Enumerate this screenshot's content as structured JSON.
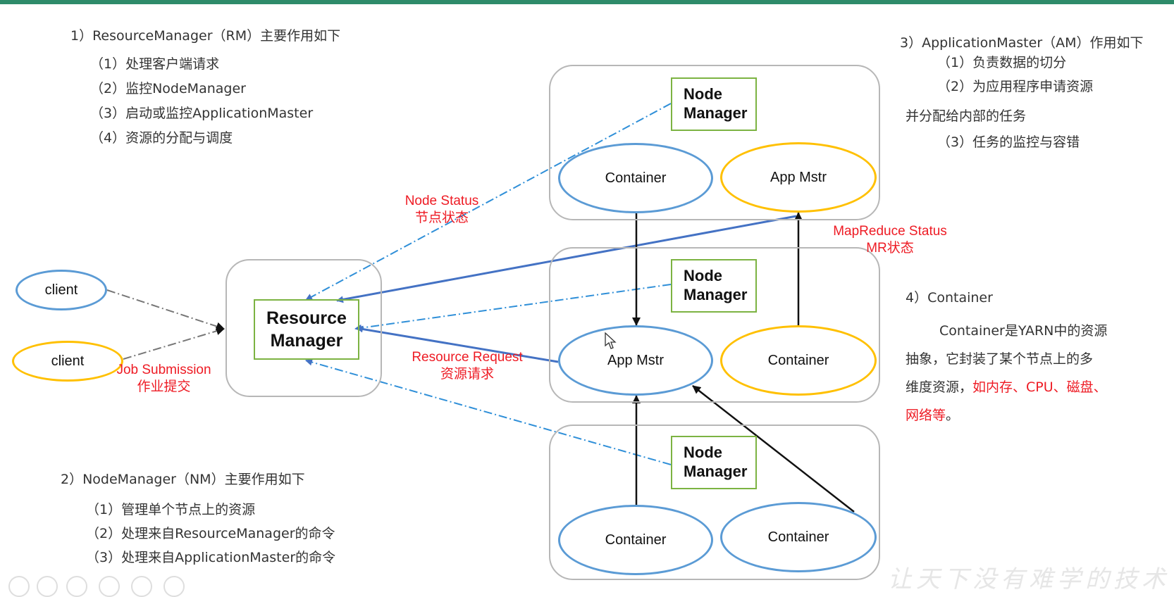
{
  "rm_section": {
    "title": "1）ResourceManager（RM）主要作用如下",
    "items": [
      "（1）处理客户端请求",
      "（2）监控NodeManager",
      "（3）启动或监控ApplicationMaster",
      "（4）资源的分配与调度"
    ]
  },
  "nm_section": {
    "title": "2）NodeManager（NM）主要作用如下",
    "items": [
      "（1）管理单个节点上的资源",
      "（2）处理来自ResourceManager的命令",
      "（3）处理来自ApplicationMaster的命令"
    ]
  },
  "am_section": {
    "title": "3）ApplicationMaster（AM）作用如下",
    "item1": "（1）负责数据的切分",
    "item2": "（2）为应用程序申请资源",
    "item2_cont": "并分配给内部的任务",
    "item3": "（3）任务的监控与容错"
  },
  "container_section": {
    "title": "4）Container",
    "line1": "Container是YARN中的资源",
    "line2": "抽象，它封装了某个节点上的多",
    "line3_black": "维度资源，",
    "line3_red": "如内存、CPU、磁盘、",
    "line4_red": "网络等",
    "line4_end": "。"
  },
  "diagram": {
    "client1": "client",
    "client2": "client",
    "rm_line1": "Resource",
    "rm_line2": "Manager",
    "nm_line1": "Node",
    "nm_line2": "Manager",
    "container": "Container",
    "app_mstr": "App Mstr"
  },
  "labels": {
    "node_status": "Node Status",
    "node_status_cn": "节点状态",
    "mr_status": "MapReduce Status",
    "mr_status_cn": "MR状态",
    "resource_request": "Resource Request",
    "resource_request_cn": "资源请求",
    "job_submission": "Job Submission",
    "job_submission_cn": "作业提交"
  },
  "watermark": "让天下没有难学的技术",
  "colors": {
    "accent": "#2e8b6a",
    "red_label": "#ee1b24",
    "blue": "#5b9bd5",
    "yellow": "#ffc000",
    "green_box": "#7cb342"
  }
}
